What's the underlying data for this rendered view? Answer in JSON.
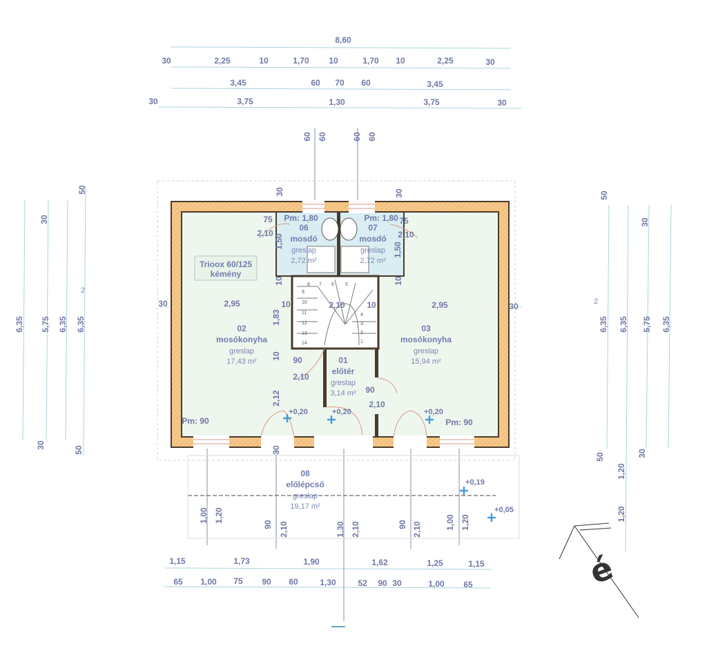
{
  "dimensions": {
    "top_total": [
      "8,60"
    ],
    "top_row2": [
      "30",
      "2,25",
      "10",
      "1,70",
      "10",
      "1,70",
      "10",
      "2,25",
      "30"
    ],
    "top_row3": [
      "3,45",
      "60",
      "70",
      "60",
      "3,45"
    ],
    "top_row4": [
      "30",
      "3,75",
      "1,30",
      "3,75",
      "30"
    ],
    "top_openings": [
      "60",
      "60",
      "60",
      "60"
    ],
    "left": [
      "6,35",
      "30",
      "5,75",
      "30",
      "6,35",
      "6,35",
      "50",
      "50"
    ],
    "right": [
      "50",
      "6,35",
      "6,35",
      "5,75",
      "30",
      "30",
      "6,35",
      "50",
      "1,20",
      "1,20"
    ],
    "interior_horizontal": [
      "30",
      "2,95",
      "10",
      "2,10",
      "10",
      "2,95",
      "30"
    ],
    "interior_misc": [
      "75",
      "Pm: 1,80",
      "Pm: 1,80",
      "75",
      "2,10",
      "2,10",
      "90",
      "2,10",
      "90",
      "2,10",
      "Pm: 90",
      "Pm: 90"
    ],
    "interior_vertical": [
      "30",
      "30",
      "1,50",
      "1,50",
      "10",
      "10",
      "1,83",
      "10",
      "2,12",
      "30"
    ],
    "front_vertical": [
      "1,00",
      "1,20",
      "90",
      "2,10",
      "1,30",
      "2,10",
      "90",
      "2,10",
      "1,00",
      "1,20"
    ],
    "bottom_row1": [
      "1,15",
      "1,73",
      "1,90",
      "1,62",
      "1,25",
      "1,15"
    ],
    "bottom_row2": [
      "65",
      "1,00",
      "75",
      "90",
      "60",
      "1,30",
      "52",
      "90",
      "30",
      "1,00",
      "65"
    ]
  },
  "levels": [
    "+0,20",
    "+0,20",
    "+0,20",
    "+0,19",
    "+0,05"
  ],
  "section_marks": [
    "2",
    "2"
  ],
  "rooms": [
    {
      "number": "06",
      "name": "mosdó",
      "floor": "greslap",
      "area": "2,72 m²"
    },
    {
      "number": "07",
      "name": "mosdó",
      "floor": "greslap",
      "area": "2,72 m²"
    },
    {
      "number": "02",
      "name": "mosókonyha",
      "floor": "greslap",
      "area": "17,43 m²"
    },
    {
      "number": "03",
      "name": "mosókonyha",
      "floor": "greslap",
      "area": "15,94 m²"
    },
    {
      "number": "01",
      "name": "előtér",
      "floor": "greslap",
      "area": "3,14 m²"
    },
    {
      "number": "08",
      "name": "előlépcső",
      "floor": "greslap",
      "area": "19,17 m²"
    }
  ],
  "chimney": {
    "line1": "Trioox 60/125",
    "line2": "kémény"
  },
  "stair_steps": [
    "8",
    "7",
    "6",
    "5",
    "9",
    "10",
    "11",
    "12",
    "13",
    "14",
    "1",
    "2",
    "3",
    "4"
  ],
  "north_arrow": {
    "label": "é",
    "icon": "north-arrow-icon"
  },
  "colors": {
    "wall": "#f6c889",
    "room_fill": "#eef7ee",
    "wet_room_fill": "#d9edf3",
    "dimension_text": "#6f78a6",
    "dimension_line": "#a8d4dc",
    "level_marker": "#4a9ad8"
  }
}
